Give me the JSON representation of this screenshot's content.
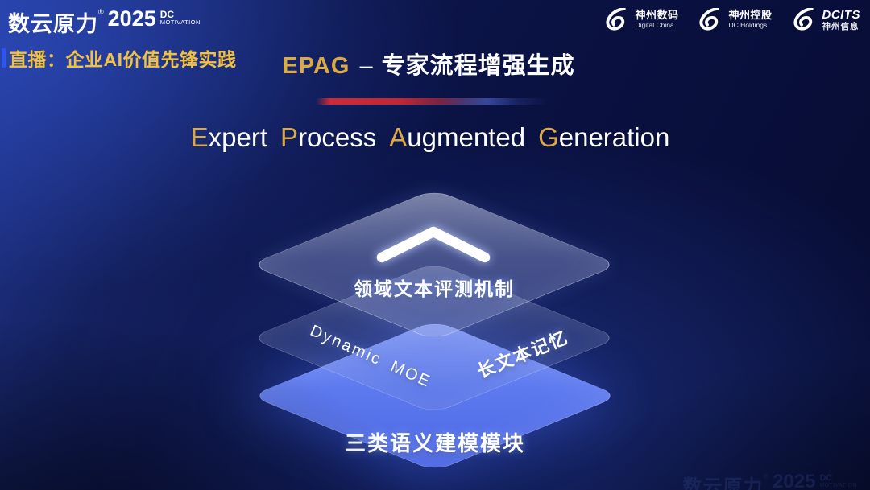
{
  "brand": {
    "logo_text": "数云原力",
    "logo_reg": "®",
    "logo_year": "2025",
    "logo_sub1": "DC",
    "logo_sub2": "MOTIVATION",
    "tagline": "直播：企业AI价值先锋实践"
  },
  "partners": [
    {
      "name_cn": "神州数码",
      "name_en": "Digital China"
    },
    {
      "name_cn": "神州控股",
      "name_en": "DC Holdings"
    },
    {
      "name_cn": "DCITS",
      "name_en": "神州信息"
    }
  ],
  "title": {
    "acronym": "EPAG",
    "dash": "–",
    "text_cn": "专家流程增强生成"
  },
  "subtitle": {
    "words": [
      {
        "initial": "E",
        "rest": "xpert"
      },
      {
        "initial": "P",
        "rest": "rocess"
      },
      {
        "initial": "A",
        "rest": "ugmented"
      },
      {
        "initial": "G",
        "rest": "eneration"
      }
    ]
  },
  "layers": {
    "top_label": "领域文本评测机制",
    "mid_label_left": "Dynamic MOE",
    "mid_label_right": "长文本记忆",
    "bottom_label": "三类语义建模模块"
  },
  "colors": {
    "accent_gold": "#dcaa45",
    "tagline_gold": "#f0c143",
    "bottom_layer_blue": "#5d7aef",
    "background_navy": "#0a1244",
    "divider_red": "#c72a3a",
    "divider_blue": "#35479e"
  }
}
